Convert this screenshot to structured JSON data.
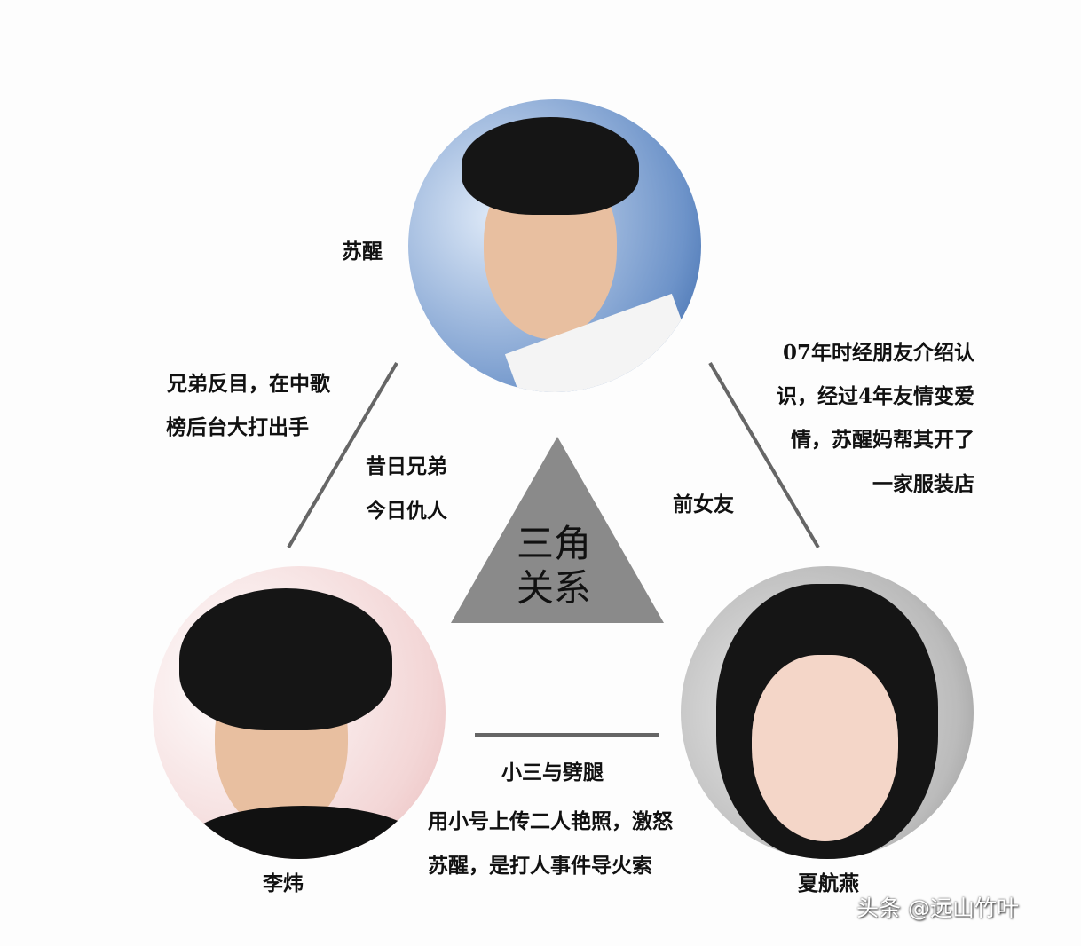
{
  "center": {
    "line1": "三角",
    "line2": "关系"
  },
  "people": {
    "top": "苏醒",
    "left": "李炜",
    "right": "夏航燕"
  },
  "left_edge": {
    "note1": "兄弟反目，在中歌",
    "note2": "榜后台大打出手",
    "label1": "昔日兄弟",
    "label2": "今日仇人"
  },
  "right_edge": {
    "label": "前女友",
    "note1": "07年时经朋友介绍认",
    "note2": "识，经过4年友情变爱",
    "note3": "情，苏醒妈帮其开了",
    "note4": "一家服装店"
  },
  "bottom_edge": {
    "label": "小三与劈腿",
    "note1": "用小号上传二人艳照，激怒",
    "note2": "苏醒，是打人事件导火索"
  },
  "watermark": "头条 @远山竹叶"
}
